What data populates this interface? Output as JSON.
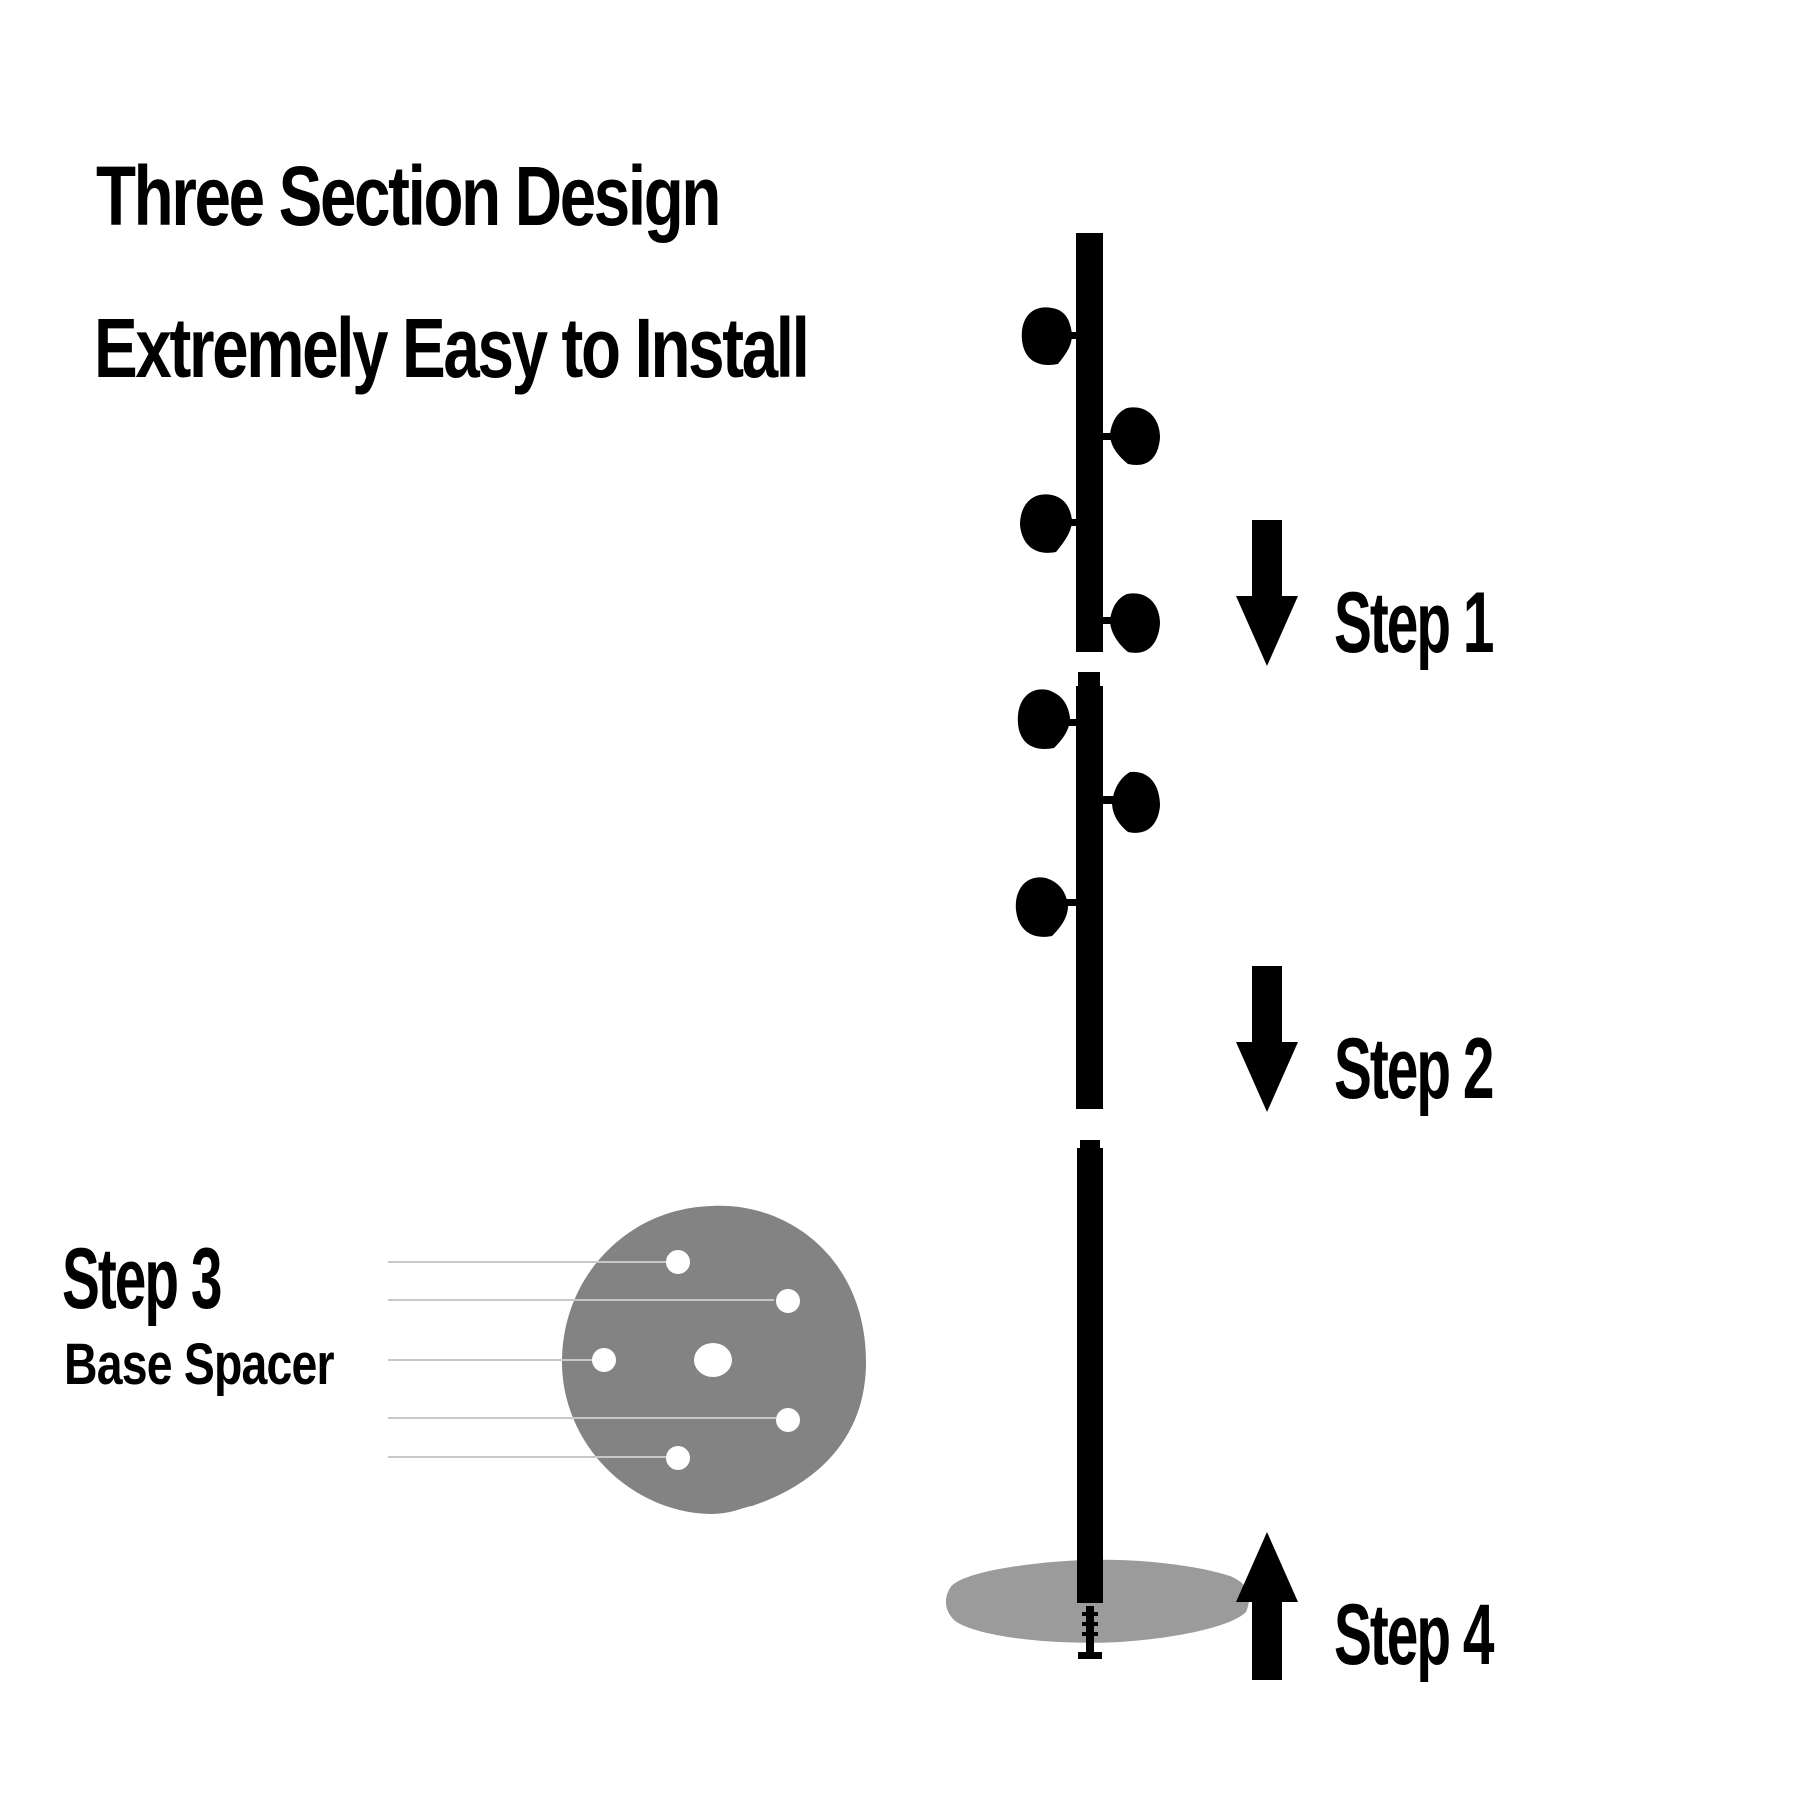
{
  "heading": {
    "line1": "Three Section Design",
    "line2": "Extremely Easy to Install"
  },
  "steps": {
    "step1": "Step 1",
    "step2": "Step 2",
    "step3": "Step 3",
    "step4": "Step 4"
  },
  "base_spacer_label": "Base Spacer",
  "colors": {
    "ink": "#000000",
    "spacer_disc": "#838383",
    "base_plate": "#9b9b9b",
    "leader_line": "#c8c8c8",
    "hole": "#ffffff",
    "background": "#ffffff"
  }
}
